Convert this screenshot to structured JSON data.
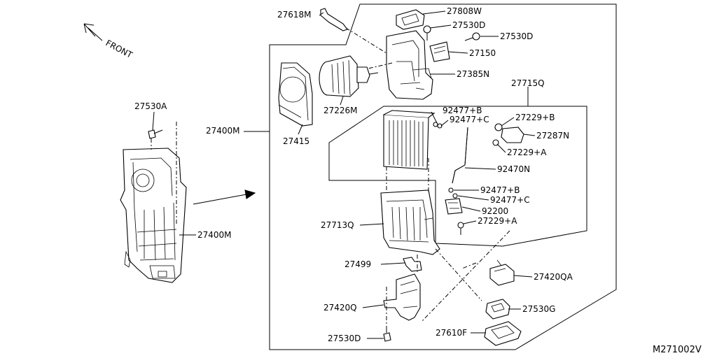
{
  "diagram": {
    "front_label": "FRONT",
    "drawing_code": "M271002V",
    "parts": {
      "p27618M": "27618M",
      "p27808W": "27808W",
      "p27530D_a": "27530D",
      "p27530D_b": "27530D",
      "p27150": "27150",
      "p27385N": "27385N",
      "p27715Q": "27715Q",
      "p27530A": "27530A",
      "p27226M": "27226M",
      "p27400M_main": "27400M",
      "p27415": "27415",
      "p92477B_a": "92477+B",
      "p92477C_a": "92477+C",
      "p27229B": "27229+B",
      "p27287N": "27287N",
      "p27229A_a": "27229+A",
      "p92470N": "92470N",
      "p92477B_b": "92477+B",
      "p92477C_b": "92477+C",
      "p92200": "92200",
      "p27229A_b": "27229+A",
      "p27713Q": "27713Q",
      "p27400M_assy": "27400M",
      "p27499": "27499",
      "p27420QA": "27420QA",
      "p27420Q": "27420Q",
      "p27530G": "27530G",
      "p27610F": "27610F",
      "p27530D_c": "27530D"
    }
  }
}
